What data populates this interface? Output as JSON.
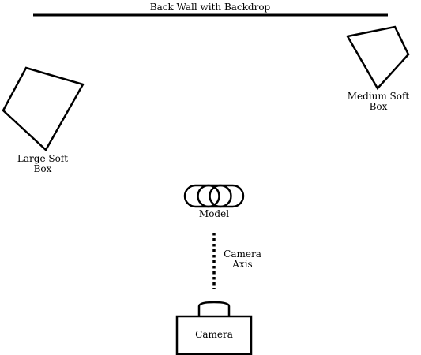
{
  "backdrop": {
    "label": "Back Wall with Backdrop"
  },
  "large_softbox": {
    "label_line1": "Large Soft",
    "label_line2": "Box"
  },
  "medium_softbox": {
    "label_line1": "Medium Soft",
    "label_line2": "Box"
  },
  "model": {
    "label": "Model"
  },
  "camera_axis": {
    "label_line1": "Camera",
    "label_line2": "Axis"
  },
  "camera": {
    "label": "Camera"
  },
  "colors": {
    "stroke": "#000000",
    "background": "#ffffff"
  }
}
